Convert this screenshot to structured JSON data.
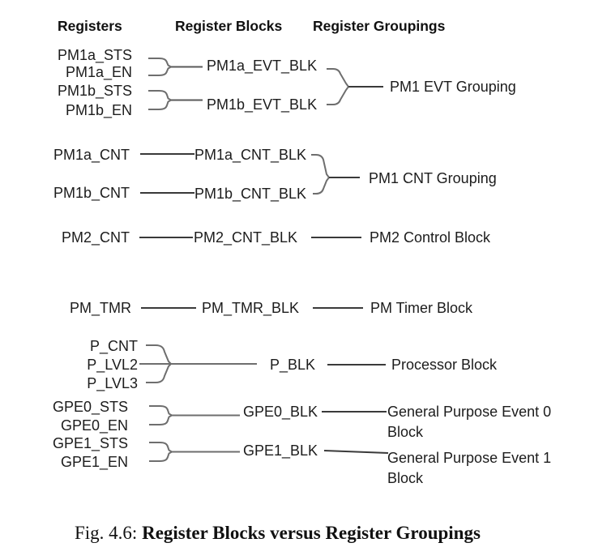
{
  "figure": {
    "columns": {
      "registers": "Registers",
      "blocks": "Register Blocks",
      "groupings": "Register Groupings"
    },
    "registers": {
      "pm1a_sts": "PM1a_STS",
      "pm1a_en": "PM1a_EN",
      "pm1b_sts": "PM1b_STS",
      "pm1b_en": "PM1b_EN",
      "pm1a_cnt": "PM1a_CNT",
      "pm1b_cnt": "PM1b_CNT",
      "pm2_cnt": "PM2_CNT",
      "pm_tmr": "PM_TMR",
      "p_cnt": "P_CNT",
      "p_lvl2": "P_LVL2",
      "p_lvl3": "P_LVL3",
      "gpe0_sts": "GPE0_STS",
      "gpe0_en": "GPE0_EN",
      "gpe1_sts": "GPE1_STS",
      "gpe1_en": "GPE1_EN"
    },
    "blocks": {
      "pm1a_evt_blk": "PM1a_EVT_BLK",
      "pm1b_evt_blk": "PM1b_EVT_BLK",
      "pm1a_cnt_blk": "PM1a_CNT_BLK",
      "pm1b_cnt_blk": "PM1b_CNT_BLK",
      "pm2_cnt_blk": "PM2_CNT_BLK",
      "pm_tmr_blk": "PM_TMR_BLK",
      "p_blk": "P_BLK",
      "gpe0_blk": "GPE0_BLK",
      "gpe1_blk": "GPE1_BLK"
    },
    "groupings": {
      "pm1_evt": "PM1 EVT Grouping",
      "pm1_cnt": "PM1 CNT Grouping",
      "pm2": "PM2 Control Block",
      "pm_tmr": "PM Timer Block",
      "processor": "Processor Block",
      "gpe0": {
        "lines": [
          "General Purpose Event 0",
          "Block"
        ]
      },
      "gpe1": {
        "lines": [
          "General Purpose Event 1",
          "Block"
        ]
      }
    },
    "caption": {
      "prefix": "Fig. 4.6:",
      "title": "Register Blocks versus Register Groupings"
    },
    "colors": {
      "background": "#ffffff",
      "text": "#1c1c1c",
      "line_dark": "#3a3a3a",
      "line_gray": "#6e6e6e"
    }
  }
}
